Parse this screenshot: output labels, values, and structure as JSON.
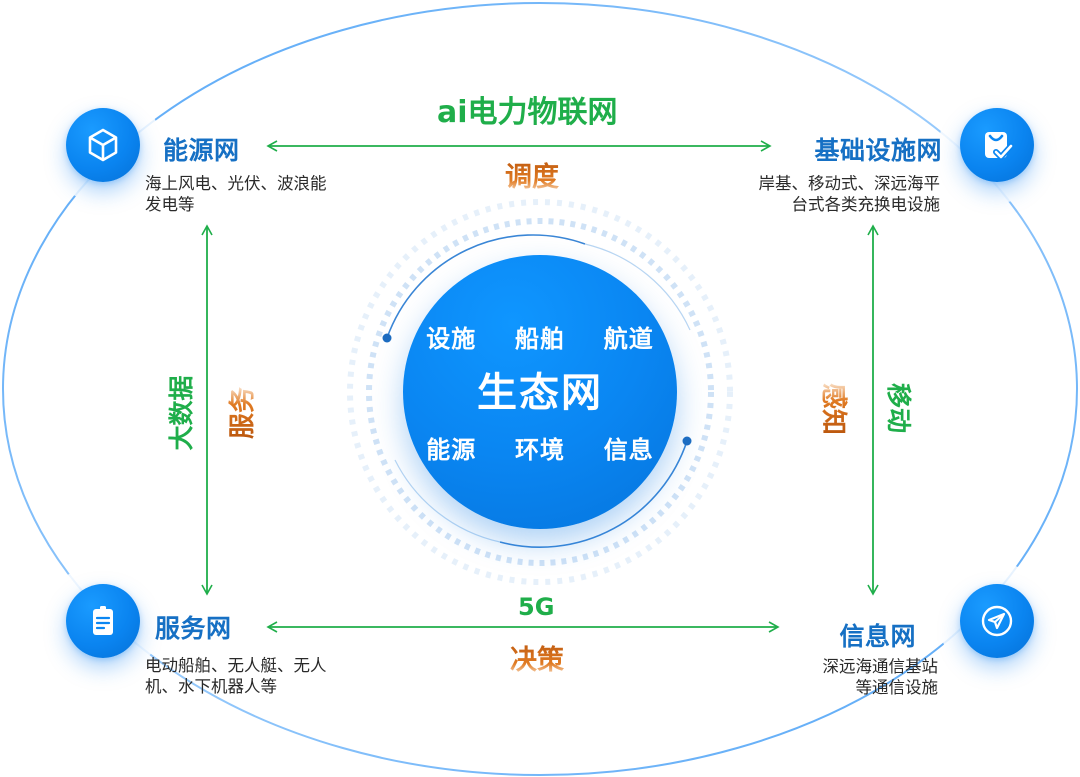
{
  "diagram": {
    "title": "生态网",
    "center": {
      "title": "生态网",
      "top_line": "设施  船舶  航道",
      "bottom_line": "能源  环境  信息",
      "top_items": [
        "设施",
        "船舶",
        "航道"
      ],
      "bottom_items": [
        "能源",
        "环境",
        "信息"
      ]
    },
    "nodes": {
      "top_left": {
        "title": "能源网",
        "icon": "cube-icon",
        "desc_lines": [
          "海上风电、光伏、波浪能",
          "发电等"
        ]
      },
      "top_right": {
        "title": "基础设施网",
        "icon": "bag-check-icon",
        "desc_lines": [
          "岸基、移动式、深远海平",
          "台式各类充换电设施"
        ]
      },
      "bottom_left": {
        "title": "服务网",
        "icon": "clipboard-icon",
        "desc_lines": [
          "电动船舶、无人艇、无人",
          "机、水下机器人等"
        ]
      },
      "bottom_right": {
        "title": "信息网",
        "icon": "paper-plane-icon",
        "desc_lines": [
          "深远海通信基站",
          "等通信设施"
        ]
      }
    },
    "connections": {
      "top": {
        "green_label": "ai电力物联网",
        "orange_label": "调度",
        "direction": "bidirectional"
      },
      "bottom": {
        "green_label": "5G",
        "orange_label": "决策",
        "direction": "bidirectional"
      },
      "left": {
        "green_label": "大数据",
        "orange_label": "服务",
        "direction": "bidirectional"
      },
      "right": {
        "green_label": "移动",
        "orange_label": "感知",
        "direction": "bidirectional"
      }
    },
    "colors": {
      "node_blue": "#0a86f2",
      "title_blue": "#1670c4",
      "arrow_green": "#1fae4a",
      "label_orange": "#d0681a",
      "ring_blue": "#2a8cf0"
    }
  }
}
